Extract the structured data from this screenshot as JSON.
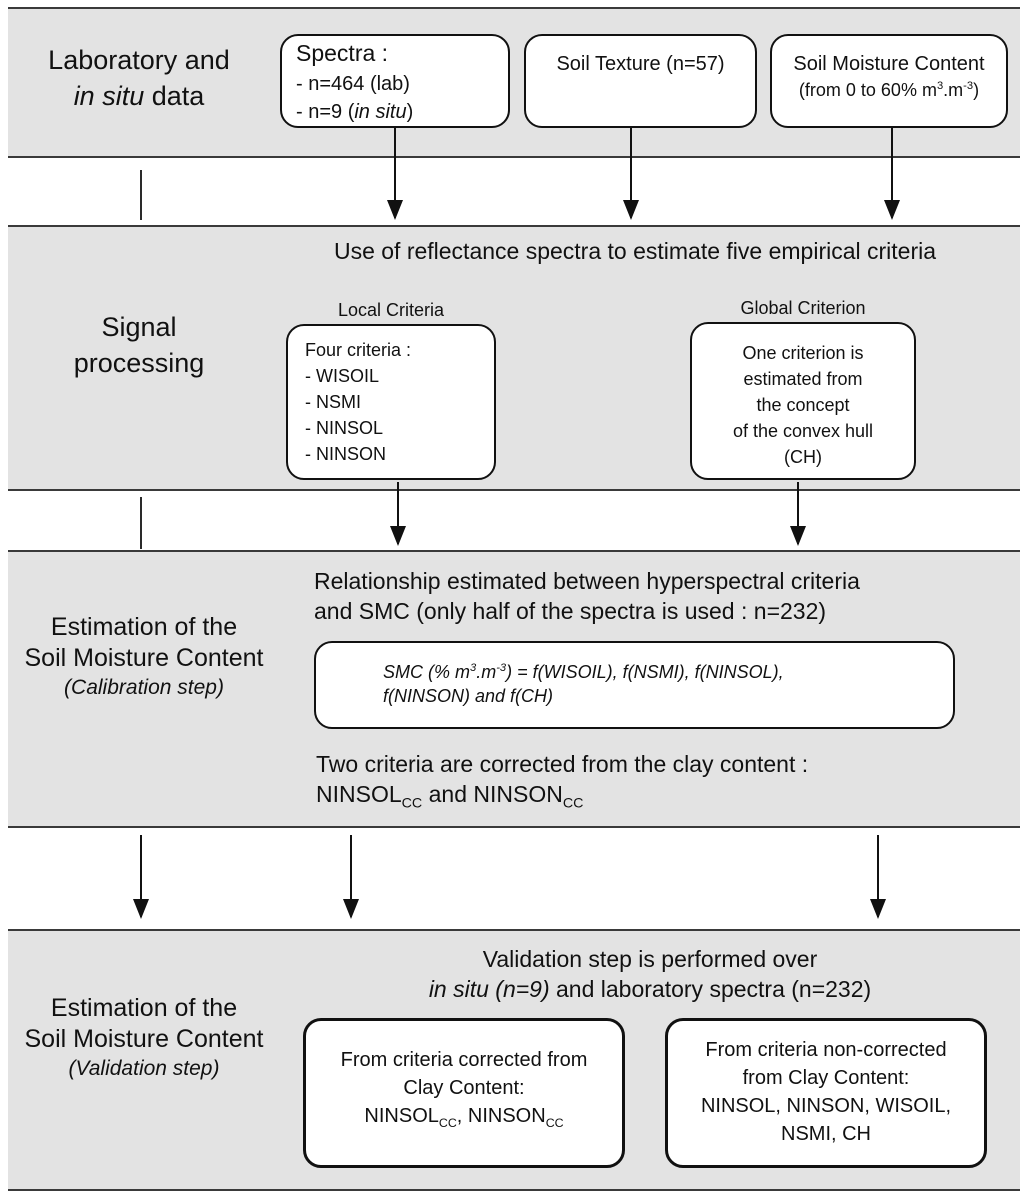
{
  "stage1": {
    "title_line1": "Laboratory and",
    "title_line2_em": "in situ",
    "title_line2_rest": " data",
    "spectra": {
      "title": "Spectra :",
      "line1": "- n=464 (lab)",
      "line2_pre": "- n=9 (",
      "line2_em": "in situ",
      "line2_post": ")"
    },
    "soil_texture": "Soil Texture (n=57)",
    "smc": {
      "title": "Soil Moisture Content",
      "range_pre": "(from 0 to 60% m",
      "sup1": "3",
      "range_mid": ".m",
      "sup2": "-3",
      "range_post": ")"
    }
  },
  "stage2": {
    "title_line1": "Signal",
    "title_line2": "processing",
    "heading": "Use of reflectance spectra to estimate five empirical criteria",
    "local": {
      "label": "Local Criteria",
      "title": "Four criteria :",
      "items": [
        "- WISOIL",
        "- NSMI",
        "- NINSOL",
        "- NINSON"
      ]
    },
    "global": {
      "label": "Global Criterion",
      "lines": [
        "One criterion is",
        "estimated from",
        "the  concept",
        "of the convex hull",
        "(CH)"
      ]
    }
  },
  "stage3": {
    "title_line1": "Estimation of the",
    "title_line2": "Soil Moisture Content",
    "title_line3": "(Calibration step)",
    "heading_line1": "Relationship estimated between hyperspectral criteria",
    "heading_line2": "and SMC (only half of the spectra is used : n=232)",
    "formula_pre": "SMC (% m",
    "formula_sup1": "3",
    "formula_mid": ".m",
    "formula_sup2": "-3",
    "formula_post": ") = f(WISOIL), f(NSMI), f(NINSOL),",
    "formula_line2": "f(NINSON) and f(CH)",
    "note_line1": "Two criteria are corrected from the clay content :",
    "note_a": "NINSOL",
    "note_sub": "CC",
    "note_and": " and NINSON",
    "note_sub2": "CC"
  },
  "stage4": {
    "title_line1": "Estimation of the",
    "title_line2": "Soil Moisture Content",
    "title_line3": "(Validation step)",
    "heading_line1": "Validation step is performed over",
    "heading_em": "in situ (n=9)",
    "heading_rest": " and laboratory spectra (n=232)",
    "corrected": {
      "line1": "From criteria corrected from",
      "line2": "Clay Content:",
      "a": "NINSOL",
      "sub": "CC",
      "b": ", NINSON",
      "sub2": "CC"
    },
    "noncorrected": {
      "lines": [
        "From criteria non-corrected",
        "from Clay Content:",
        "NINSOL, NINSON, WISOIL,",
        "NSMI, CH"
      ]
    }
  }
}
